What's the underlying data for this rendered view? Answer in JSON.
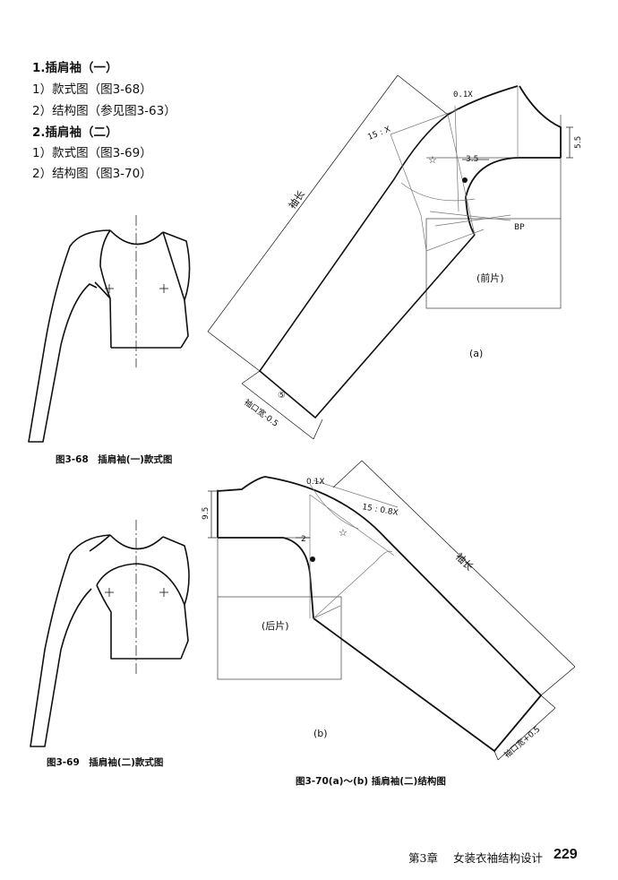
{
  "headings": {
    "h1": "1.插肩袖（一）",
    "h1_item1": "1）款式图（图3-68）",
    "h1_item2": "2）结构图（参见图3-63）",
    "h2": "2.插肩袖（二）",
    "h2_item1": "1）款式图（图3-69）",
    "h2_item2": "2）结构图（图3-70）"
  },
  "captions": {
    "fig68": "图3-68　插肩袖(一)款式图",
    "fig69": "图3-69　插肩袖(二)款式图",
    "fig70": "图3-70(a)～(b)  插肩袖(二)结构图"
  },
  "diagram_a": {
    "label": "(a)",
    "front_piece": "(前片)",
    "sleeve_length": "袖长",
    "cuff_width": "袖口宽-0.5",
    "circle_mark": "⑤",
    "slope": "15 : X",
    "offset": "0.1X",
    "dim_3_5": "3.5",
    "dim_5_5": "5.5",
    "bp": "BP",
    "star": "☆"
  },
  "diagram_b": {
    "label": "(b)",
    "back_piece": "(后片)",
    "sleeve_length": "袖长",
    "cuff_width": "袖口宽+0.5",
    "slope": "15 : 0.8X",
    "offset": "0.1X",
    "dim_2": "2",
    "dim_9_5": "9.5",
    "star": "☆"
  },
  "footer": {
    "chapter": "第3章",
    "title": "女装衣袖结构设计",
    "page_number": "229"
  }
}
